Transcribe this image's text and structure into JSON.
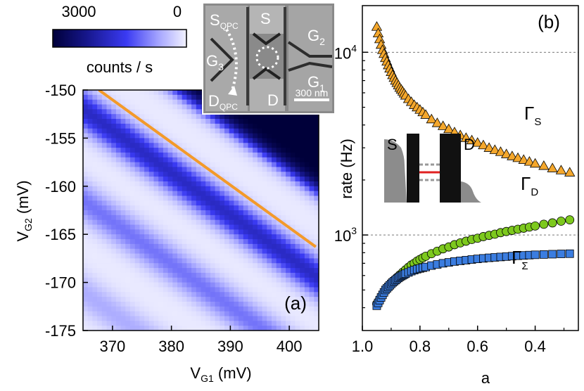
{
  "chart_data": [
    {
      "panel": "(a)",
      "type": "heatmap",
      "xlabel": "V",
      "xlabel_sub": "G1",
      "xlabel_unit": "(mV)",
      "ylabel": "V",
      "ylabel_sub": "G2",
      "ylabel_unit": "(mV)",
      "xlim": [
        365,
        405
      ],
      "ylim": [
        -175,
        -150
      ],
      "xticks": [
        370,
        380,
        390,
        400
      ],
      "yticks": [
        -150,
        -155,
        -160,
        -165,
        -170,
        -175
      ],
      "colorbar": {
        "min_label": "0",
        "max_label": "3000",
        "label": "counts / s",
        "colors": [
          "#00003a",
          "#1a1a8f",
          "#3a3af2",
          "#a8a8ff",
          "#f2f2ff"
        ]
      },
      "line": {
        "color": "#f39a2a",
        "points": [
          [
            367.7,
            -150
          ],
          [
            404.5,
            -166.3
          ]
        ]
      },
      "bands": [
        {
          "intercept_at_365": -152.0,
          "slope": -0.44,
          "peak_counts": 1700
        },
        {
          "intercept_at_365": -161.5,
          "slope": -0.44,
          "peak_counts": 900
        },
        {
          "intercept_at_365": -171.0,
          "slope": -0.44,
          "peak_counts": 500
        }
      ],
      "dark_region": {
        "intercept_at_365": -143.0,
        "slope": -0.44,
        "counts": 3000
      },
      "inset": {
        "labels": [
          "S",
          "QPC",
          "S",
          "G",
          "2",
          "G",
          "3",
          "G",
          "1",
          "D",
          "QPC",
          "D",
          "300 nm"
        ]
      }
    },
    {
      "panel": "(b)",
      "type": "scatter",
      "xlabel": "a",
      "ylabel": "rate (Hz)",
      "xlim": [
        1.0,
        0.25
      ],
      "ylim": [
        300,
        18000
      ],
      "yscale": "log",
      "xticks": [
        1.0,
        0.8,
        0.6,
        0.4
      ],
      "xtick_labels": [
        "1.0",
        "0.8",
        "0.6",
        "0.4"
      ],
      "yticks": [
        1000,
        10000
      ],
      "ytick_labels": [
        [
          "10",
          "3"
        ],
        [
          "10",
          "4"
        ]
      ],
      "grid": "dashed at 10^3 and 10^4",
      "series": [
        {
          "name": "Γ",
          "name_sub": "S",
          "marker": "triangle",
          "color": "#f4a72c",
          "x": [
            0.95,
            0.945,
            0.94,
            0.935,
            0.93,
            0.925,
            0.92,
            0.915,
            0.91,
            0.905,
            0.9,
            0.895,
            0.89,
            0.885,
            0.88,
            0.875,
            0.87,
            0.865,
            0.86,
            0.855,
            0.85,
            0.84,
            0.83,
            0.82,
            0.81,
            0.8,
            0.79,
            0.78,
            0.76,
            0.74,
            0.72,
            0.7,
            0.68,
            0.66,
            0.64,
            0.62,
            0.6,
            0.58,
            0.56,
            0.54,
            0.52,
            0.5,
            0.48,
            0.46,
            0.44,
            0.42,
            0.4,
            0.37,
            0.34,
            0.31,
            0.28
          ],
          "y": [
            13800,
            12700,
            11800,
            11000,
            10300,
            9800,
            9300,
            8900,
            8500,
            8150,
            7800,
            7500,
            7250,
            7000,
            6800,
            6600,
            6400,
            6250,
            6100,
            5950,
            5800,
            5550,
            5350,
            5150,
            5000,
            4850,
            4700,
            4550,
            4300,
            4100,
            3950,
            3800,
            3650,
            3520,
            3400,
            3300,
            3200,
            3100,
            3000,
            2920,
            2850,
            2770,
            2700,
            2640,
            2580,
            2520,
            2460,
            2390,
            2320,
            2260,
            2200
          ]
        },
        {
          "name": "Γ",
          "name_sub": "D",
          "marker": "circle",
          "color": "#7dc91e",
          "x": [
            0.95,
            0.94,
            0.93,
            0.92,
            0.91,
            0.9,
            0.89,
            0.88,
            0.87,
            0.86,
            0.85,
            0.84,
            0.83,
            0.82,
            0.81,
            0.8,
            0.79,
            0.78,
            0.76,
            0.74,
            0.72,
            0.7,
            0.68,
            0.66,
            0.64,
            0.62,
            0.6,
            0.58,
            0.56,
            0.54,
            0.52,
            0.5,
            0.48,
            0.46,
            0.44,
            0.42,
            0.4,
            0.37,
            0.34,
            0.31,
            0.28
          ],
          "y": [
            420,
            445,
            470,
            495,
            520,
            545,
            565,
            585,
            605,
            625,
            645,
            665,
            685,
            700,
            720,
            735,
            750,
            765,
            790,
            815,
            840,
            860,
            885,
            905,
            925,
            945,
            960,
            980,
            995,
            1010,
            1030,
            1045,
            1060,
            1075,
            1090,
            1105,
            1120,
            1145,
            1165,
            1190,
            1210
          ]
        },
        {
          "name": "Γ",
          "name_sub": "Σ",
          "marker": "square",
          "color": "#3b7de0",
          "x": [
            0.95,
            0.945,
            0.94,
            0.935,
            0.93,
            0.925,
            0.92,
            0.915,
            0.91,
            0.905,
            0.9,
            0.895,
            0.89,
            0.885,
            0.88,
            0.875,
            0.87,
            0.865,
            0.86,
            0.855,
            0.85,
            0.84,
            0.83,
            0.82,
            0.81,
            0.8,
            0.79,
            0.78,
            0.76,
            0.74,
            0.72,
            0.7,
            0.68,
            0.66,
            0.64,
            0.62,
            0.6,
            0.58,
            0.56,
            0.54,
            0.52,
            0.5,
            0.48,
            0.46,
            0.44,
            0.42,
            0.4,
            0.37,
            0.34,
            0.31,
            0.28
          ],
          "y": [
            410,
            425,
            440,
            455,
            470,
            485,
            500,
            510,
            520,
            530,
            540,
            550,
            558,
            566,
            574,
            582,
            590,
            596,
            602,
            608,
            614,
            624,
            634,
            642,
            650,
            656,
            662,
            668,
            680,
            690,
            700,
            708,
            716,
            722,
            728,
            734,
            740,
            745,
            750,
            754,
            758,
            762,
            766,
            770,
            773,
            776,
            779,
            782,
            785,
            788,
            790
          ]
        }
      ],
      "inset": {
        "labels": [
          "S",
          "D"
        ]
      }
    }
  ]
}
